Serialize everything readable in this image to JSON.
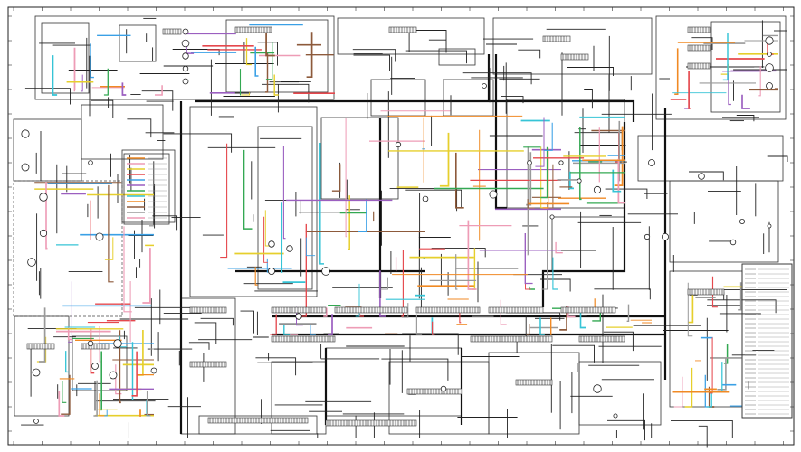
{
  "diagram": {
    "kind": "electrical-schematic",
    "colors": {
      "background": "#ffffff",
      "ink": "#1a1a1a",
      "wire_red": "#e5484d",
      "wire_pink": "#ee9cb6",
      "wire_blue": "#3aa0e6",
      "wire_cyan": "#36c4d6",
      "wire_green": "#33a852",
      "wire_orange": "#f08a24",
      "wire_yellow": "#e6cf2c",
      "wire_purple": "#9b5fc0",
      "wire_brown": "#8d5a3b",
      "wire_gray": "#9a9a9a"
    },
    "legend": {
      "label": "",
      "wire_swatches": [
        "wire_orange",
        "wire_pink",
        "wire_yellow",
        "wire_red",
        "wire_blue",
        "wire_purple",
        "wire_green",
        "wire_cyan",
        "wire_orange",
        "wire_brown",
        "wire_gray",
        "wire_pink"
      ]
    },
    "notes": {
      "label": ""
    }
  }
}
